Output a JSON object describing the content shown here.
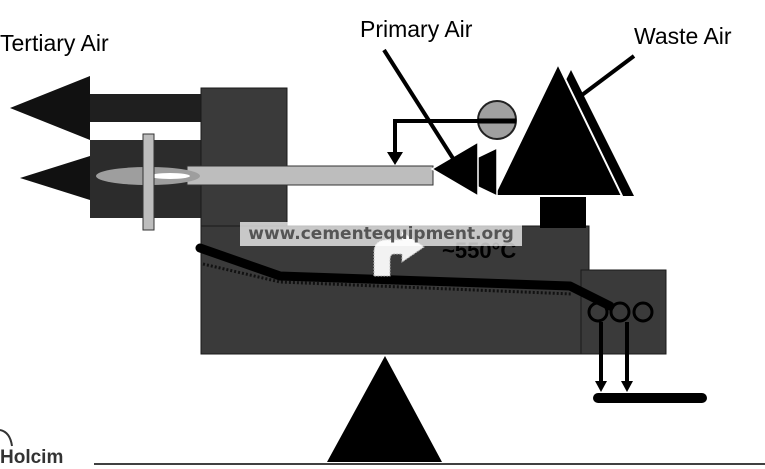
{
  "labels": {
    "tertiary_air": "Tertiary Air",
    "primary_air": "Primary Air",
    "waste_air": "Waste Air",
    "temperature": "~550°C"
  },
  "watermark": "www.cementequipment.org",
  "logo": "Holcim",
  "colors": {
    "block_dark": "#3a3a3a",
    "block_black": "#1a1a1a",
    "lance_gray": "#bdbdbd",
    "fan_gray": "#a0a0a0",
    "flame_gray": "#9e9e9e"
  }
}
